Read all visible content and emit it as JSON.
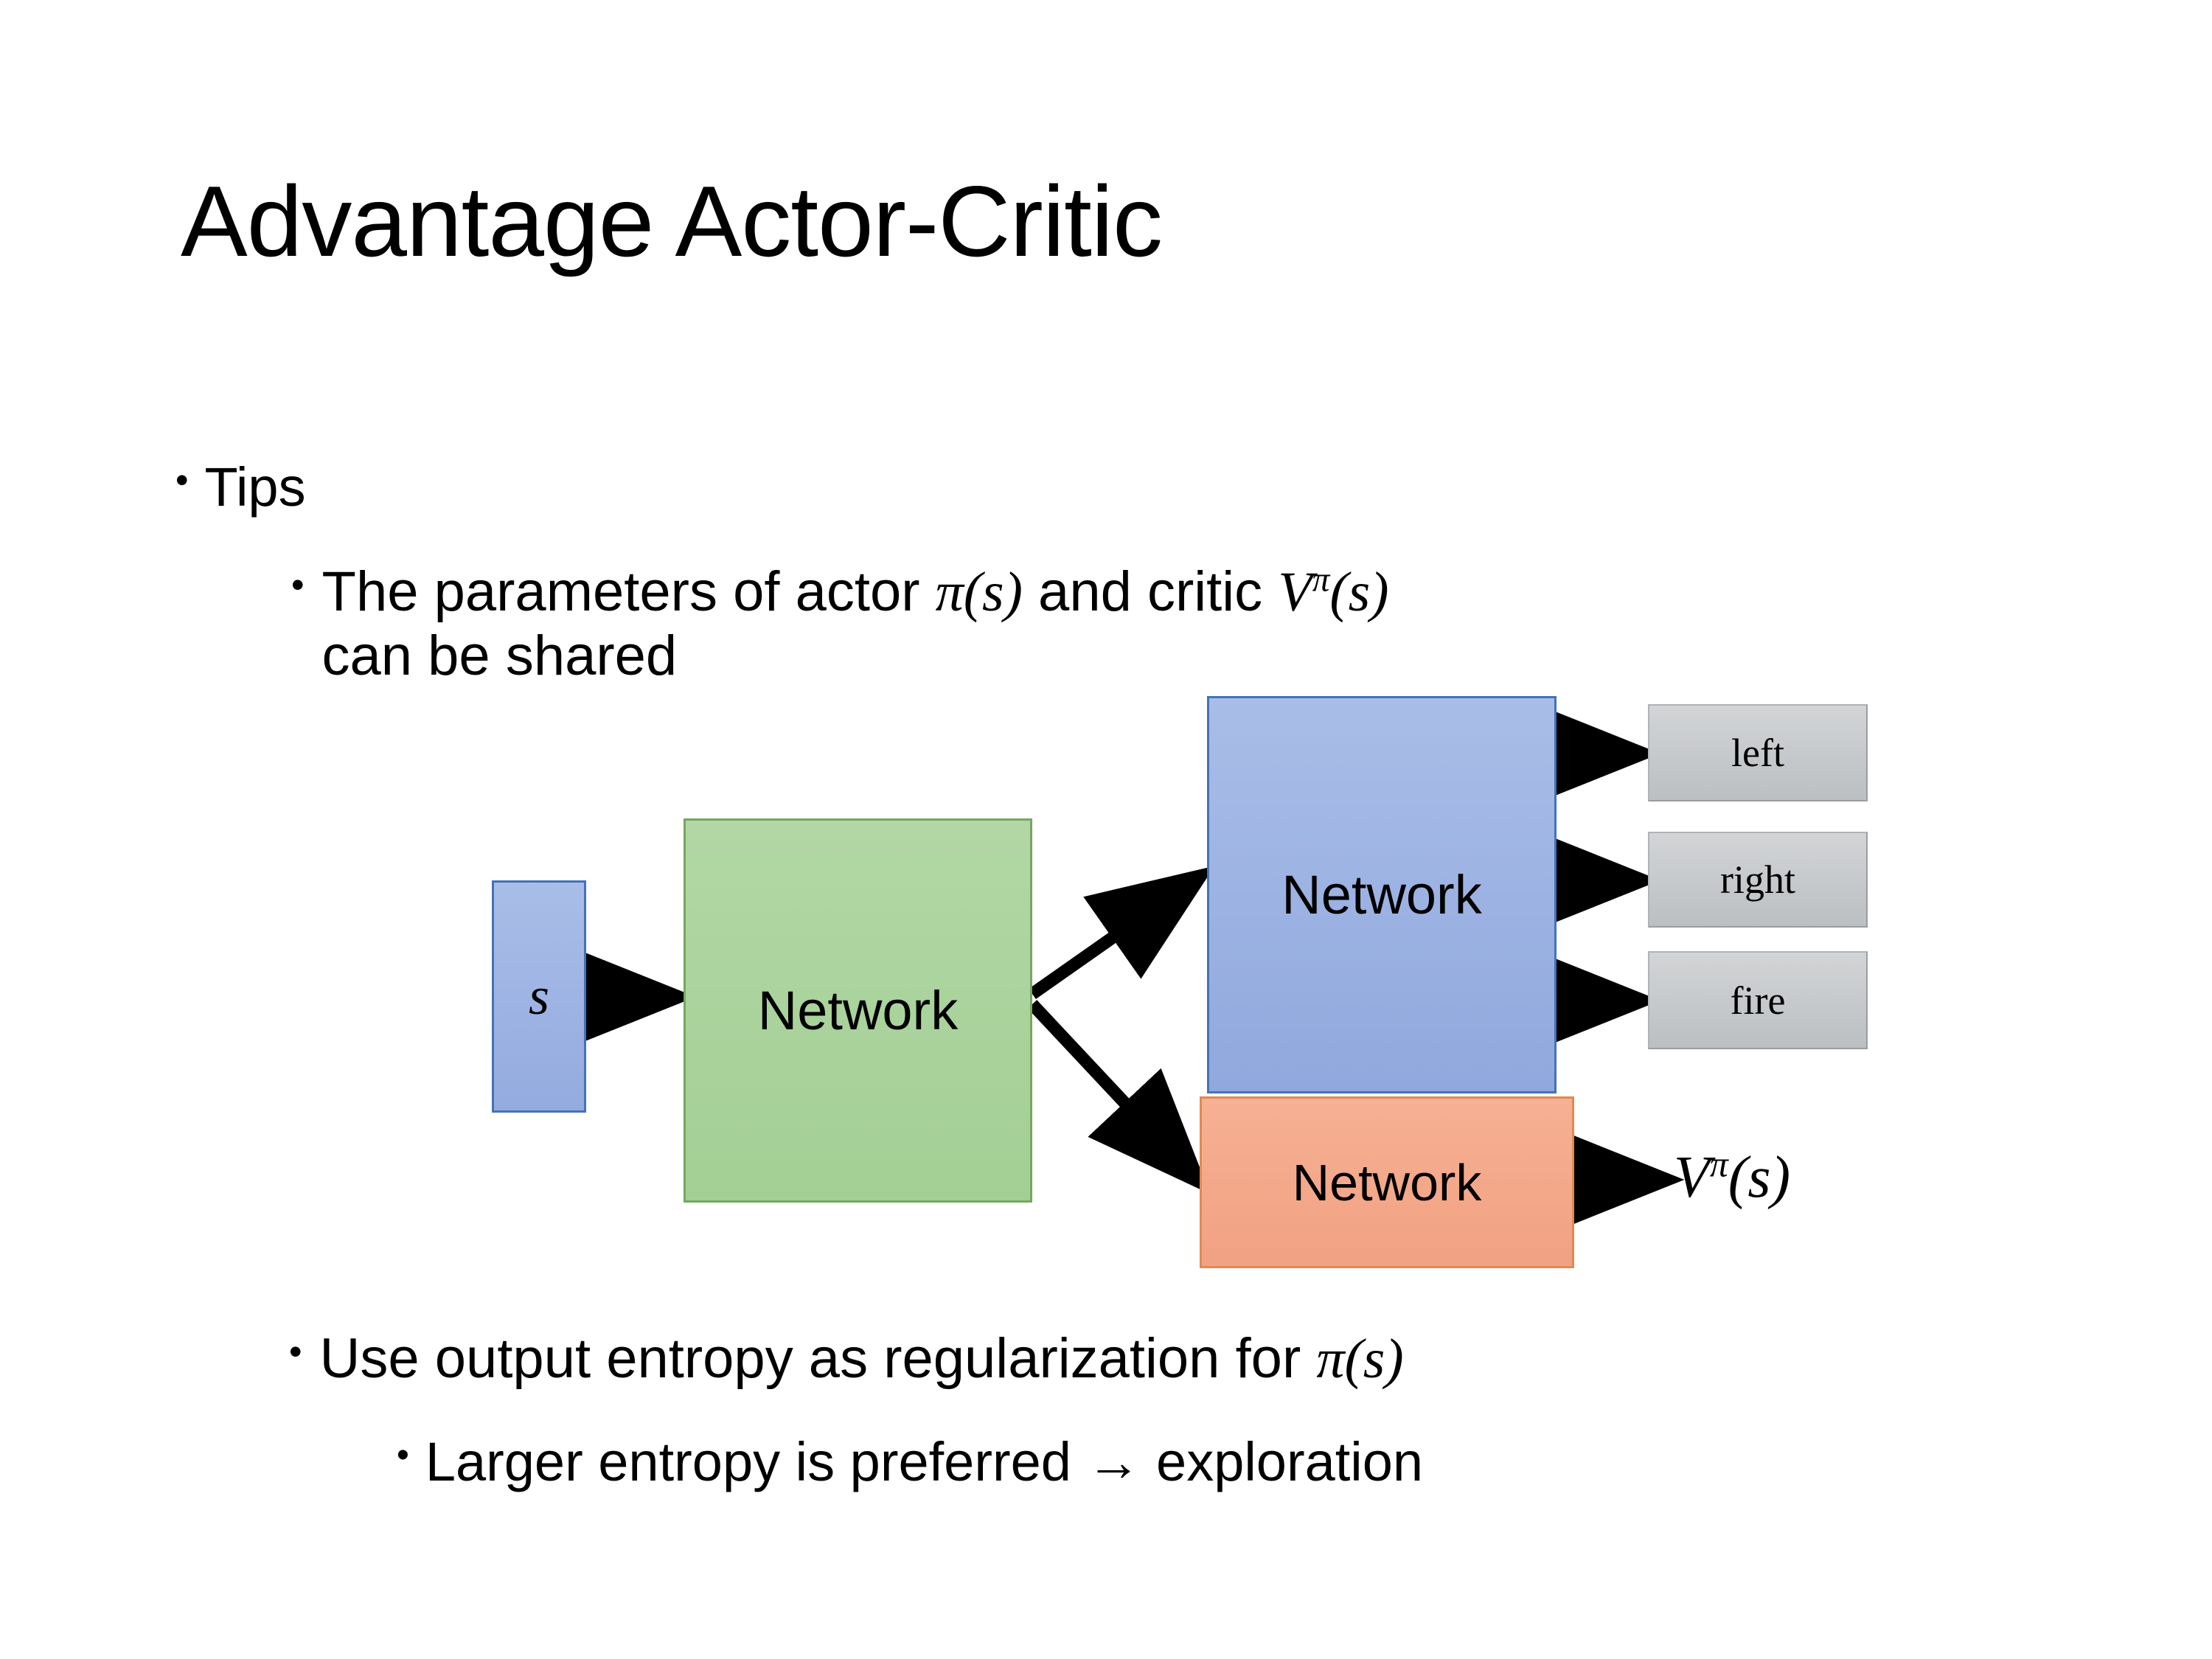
{
  "slide": {
    "title": "Advantage Actor-Critic",
    "background": "#ffffff"
  },
  "bullets": {
    "tips": {
      "marker": "•",
      "text": "Tips"
    },
    "shared": {
      "marker": "•",
      "line1_prefix": "The parameters of actor ",
      "math_pi": "π(s)",
      "line1_mid": "  and critic ",
      "math_v_base": "V",
      "math_v_sup": "π",
      "math_v_arg": "(s)",
      "line2": "can be shared",
      "full_text": "The parameters of actor π(s)  and critic Vπ(s) can be shared"
    },
    "entropy": {
      "marker": "•",
      "prefix": "Use output entropy as regularization for ",
      "math_pi": "π(s)",
      "full_text": "Use output entropy as regularization for π(s)"
    },
    "larger": {
      "marker": "•",
      "text": "Larger entropy is preferred → exploration"
    }
  },
  "diagram": {
    "state_node": {
      "label": "s",
      "fill": "#9db3e3",
      "border": "#4472b8"
    },
    "shared_node": {
      "label": "Network",
      "fill": "#a9d29b",
      "border": "#74a75f"
    },
    "actor_node": {
      "label": "Network",
      "fill": "#9db3e3",
      "border": "#4472b8"
    },
    "critic_node": {
      "label": "Network",
      "fill": "#f4a886",
      "border": "#e08a52"
    },
    "action_outputs": [
      {
        "label": "left",
        "fill": "#c7cacd"
      },
      {
        "label": "right",
        "fill": "#c7cacd"
      },
      {
        "label": "fire",
        "fill": "#c7cacd"
      }
    ],
    "value_output": {
      "base": "V",
      "superscript": "π",
      "argument": "(s)"
    },
    "arrow_color": "#000000"
  }
}
